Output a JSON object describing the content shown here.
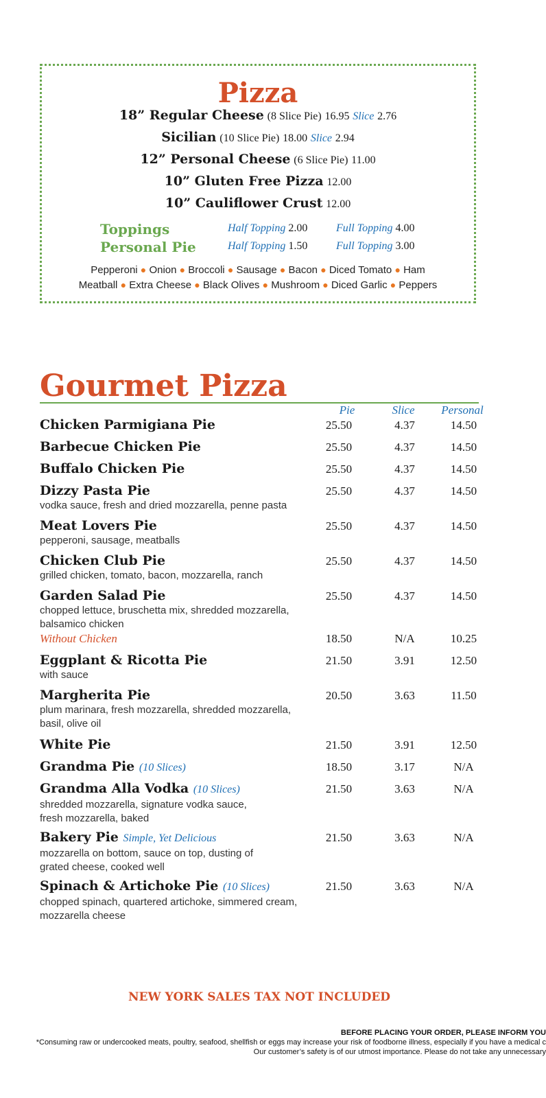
{
  "pizza": {
    "title": "Pizza",
    "items": [
      {
        "name": "18” Regular Cheese",
        "note": "(8 Slice Pie)",
        "price": "16.95",
        "slice_label": "Slice",
        "slice_price": "2.76"
      },
      {
        "name": "Sicilian",
        "note": "(10 Slice Pie)",
        "price": "18.00",
        "slice_label": "Slice",
        "slice_price": "2.94"
      },
      {
        "name": "12” Personal Cheese",
        "note": "(6 Slice Pie)",
        "price": "11.00",
        "slice_label": "",
        "slice_price": ""
      },
      {
        "name": "10” Gluten Free Pizza",
        "note": "",
        "price": "12.00",
        "slice_label": "",
        "slice_price": ""
      },
      {
        "name": "10” Cauliflower Crust",
        "note": "",
        "price": "12.00",
        "slice_label": "",
        "slice_price": ""
      }
    ],
    "toppings": [
      {
        "label": "Toppings",
        "half_label": "Half Topping",
        "half_price": "2.00",
        "full_label": "Full Topping",
        "full_price": "4.00"
      },
      {
        "label": "Personal Pie",
        "half_label": "Half Topping",
        "half_price": "1.50",
        "full_label": "Full Topping",
        "full_price": "3.00"
      }
    ],
    "topping_list_1": [
      "Pepperoni",
      "Onion",
      "Broccoli",
      "Sausage",
      "Bacon",
      "Diced Tomato",
      "Ham"
    ],
    "topping_list_2": [
      "Meatball",
      "Extra Cheese",
      "Black Olives",
      "Mushroom",
      "Diced Garlic",
      "Peppers"
    ]
  },
  "gourmet": {
    "title": "Gourmet Pizza",
    "columns": [
      "Pie",
      "Slice",
      "Personal"
    ],
    "items": [
      {
        "name": "Chicken Parmigiana Pie",
        "note": "",
        "desc": [],
        "pie": "25.50",
        "slice": "4.37",
        "personal": "14.50"
      },
      {
        "name": "Barbecue Chicken Pie",
        "note": "",
        "desc": [],
        "pie": "25.50",
        "slice": "4.37",
        "personal": "14.50"
      },
      {
        "name": "Buffalo Chicken Pie",
        "note": "",
        "desc": [],
        "pie": "25.50",
        "slice": "4.37",
        "personal": "14.50"
      },
      {
        "name": "Dizzy Pasta Pie",
        "note": "",
        "desc": [
          "vodka sauce, fresh and dried mozzarella, penne pasta"
        ],
        "pie": "25.50",
        "slice": "4.37",
        "personal": "14.50"
      },
      {
        "name": "Meat Lovers Pie",
        "note": "",
        "desc": [
          "pepperoni, sausage, meatballs"
        ],
        "pie": "25.50",
        "slice": "4.37",
        "personal": "14.50"
      },
      {
        "name": "Chicken Club Pie",
        "note": "",
        "desc": [
          "grilled chicken, tomato, bacon, mozzarella, ranch"
        ],
        "pie": "25.50",
        "slice": "4.37",
        "personal": "14.50"
      },
      {
        "name": "Garden Salad Pie",
        "note": "",
        "desc": [
          "chopped lettuce, bruschetta mix, shredded mozzarella,",
          "balsamico chicken"
        ],
        "pie": "25.50",
        "slice": "4.37",
        "personal": "14.50"
      },
      {
        "name": "Eggplant & Ricotta Pie",
        "note": "",
        "desc": [
          "with sauce"
        ],
        "pie": "21.50",
        "slice": "3.91",
        "personal": "12.50"
      },
      {
        "name": "Margherita Pie",
        "note": "",
        "desc": [
          "plum marinara, fresh mozzarella, shredded mozzarella,",
          "basil, olive oil"
        ],
        "pie": "20.50",
        "slice": "3.63",
        "personal": "11.50"
      },
      {
        "name": "White Pie",
        "note": "",
        "desc": [],
        "pie": "21.50",
        "slice": "3.91",
        "personal": "12.50"
      },
      {
        "name": "Grandma Pie",
        "note": "(10 Slices)",
        "desc": [],
        "pie": "18.50",
        "slice": "3.17",
        "personal": "N/A"
      },
      {
        "name": "Grandma Alla Vodka",
        "note": "(10 Slices)",
        "desc": [
          "shredded mozzarella, signature vodka sauce,",
          "fresh mozzarella, baked"
        ],
        "pie": "21.50",
        "slice": "3.63",
        "personal": "N/A"
      },
      {
        "name": "Bakery Pie",
        "note": "Simple, Yet Delicious",
        "desc": [
          "mozzarella on bottom, sauce on top, dusting of",
          "grated cheese, cooked well"
        ],
        "pie": "21.50",
        "slice": "3.63",
        "personal": "N/A"
      },
      {
        "name": "Spinach & Artichoke Pie",
        "note": "(10 Slices)",
        "desc": [
          "chopped spinach, quartered artichoke, simmered cream,",
          "mozzarella cheese"
        ],
        "pie": "21.50",
        "slice": "3.63",
        "personal": "N/A"
      }
    ],
    "without_chicken": {
      "label": "Without Chicken",
      "pie": "18.50",
      "slice": "N/A",
      "personal": "10.25"
    }
  },
  "footer": {
    "tax": "NEW YORK SALES TAX NOT INCLUDED",
    "fine_1": "BEFORE PLACING YOUR ORDER, PLEASE INFORM YOU",
    "fine_2": "*Consuming raw or undercooked meats, poultry, seafood, shellfish or eggs may increase your risk of foodborne illness, especially if you have a medical c",
    "fine_3": "Our customer’s safety is of our utmost importance. Please do not take any unnecessary"
  }
}
